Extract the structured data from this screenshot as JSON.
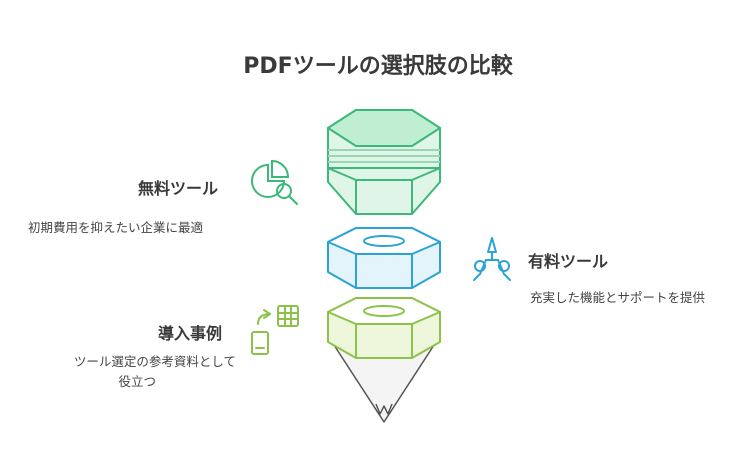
{
  "title": "PDFツールの選択肢の比較",
  "sections": {
    "free": {
      "label": "無料ツール",
      "desc": "初期費用を抑えたい企業に最適",
      "color": "#3cb878"
    },
    "paid": {
      "label": "有料ツール",
      "desc": "充実した機能とサポートを提供",
      "color": "#2ba3d6"
    },
    "cases": {
      "label": "導入事例",
      "desc_lines": [
        "ツール選定の参考資料として",
        "役立つ"
      ],
      "color": "#8bc34a"
    }
  },
  "icons": {
    "free": "pie-chart-magnifier-icon",
    "paid": "multi-tool-icon",
    "cases": "phone-spreadsheet-transfer-icon"
  }
}
